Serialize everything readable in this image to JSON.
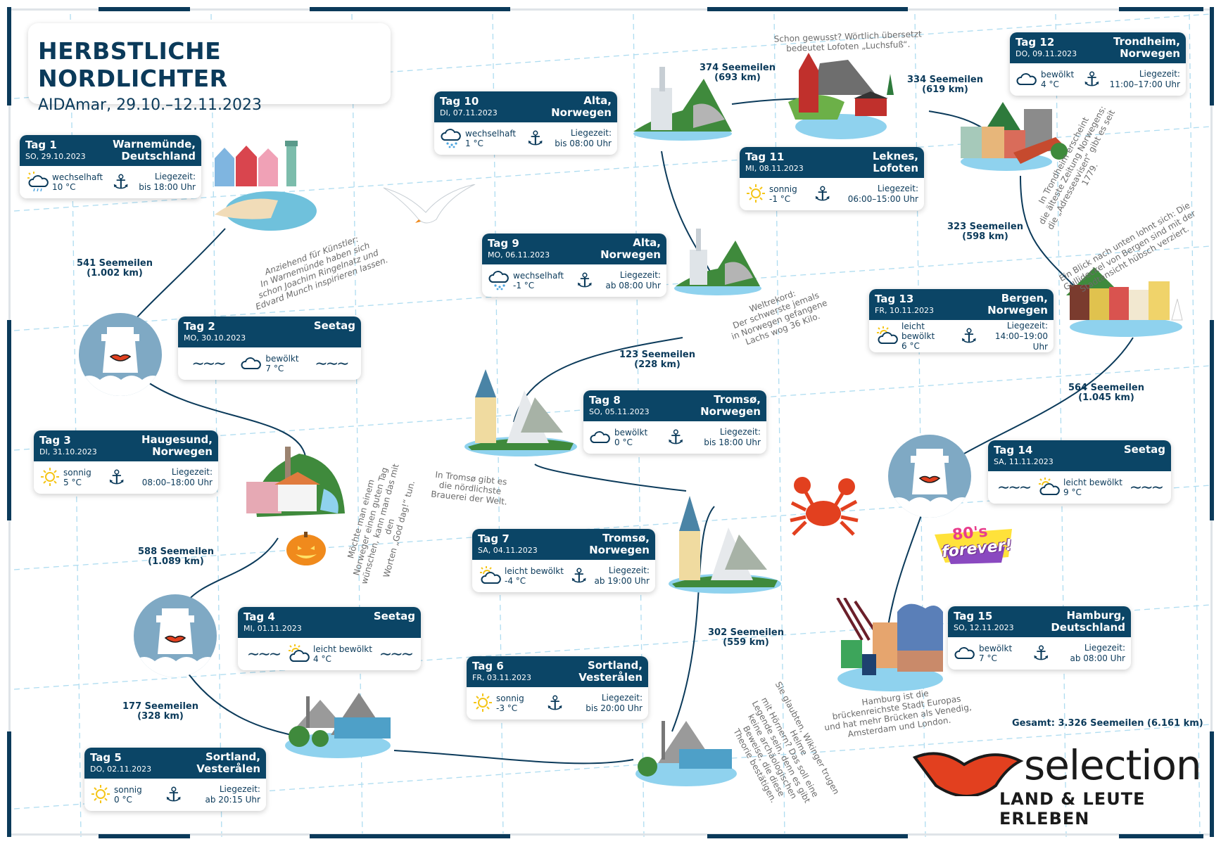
{
  "header": {
    "title": "HERBSTLICHE NORDLICHTER",
    "subtitle": "AIDAmar, 29.10.–12.11.2023"
  },
  "labels": {
    "liegezeit": "Liegezeit:"
  },
  "colors": {
    "primary": "#0b4566",
    "route": "#0b3a5a",
    "ship_circle": "#7fa9c4",
    "grid": "#aedcf0",
    "caption": "#6b6b6b",
    "logo_red": "#e2401f"
  },
  "days": [
    {
      "tag": "Tag 1",
      "date": "SO, 29.10.2023",
      "place_line1": "Warnemünde,",
      "place_line2": "Deutschland",
      "weather": "wechselhaft",
      "weather_icon": "sun-cloud-rain-icon",
      "temp": "10 °C",
      "liegezeit": "bis 18:00 Uhr",
      "type": "port"
    },
    {
      "tag": "Tag 2",
      "date": "MO, 30.10.2023",
      "place_line1": "Seetag",
      "place_line2": "",
      "weather": "bewölkt",
      "weather_icon": "cloud-icon",
      "temp": "7 °C",
      "type": "sea"
    },
    {
      "tag": "Tag 3",
      "date": "DI, 31.10.2023",
      "place_line1": "Haugesund,",
      "place_line2": "Norwegen",
      "weather": "sonnig",
      "weather_icon": "sun-icon",
      "temp": "5 °C",
      "liegezeit": "08:00–18:00 Uhr",
      "type": "port"
    },
    {
      "tag": "Tag 4",
      "date": "MI, 01.11.2023",
      "place_line1": "Seetag",
      "place_line2": "",
      "weather": "leicht bewölkt",
      "weather_icon": "sun-cloud-icon",
      "temp": "4 °C",
      "type": "sea"
    },
    {
      "tag": "Tag 5",
      "date": "DO, 02.11.2023",
      "place_line1": "Sortland,",
      "place_line2": "Vesterålen",
      "weather": "sonnig",
      "weather_icon": "sun-icon",
      "temp": "0 °C",
      "liegezeit": "ab 20:15 Uhr",
      "type": "port"
    },
    {
      "tag": "Tag 6",
      "date": "FR, 03.11.2023",
      "place_line1": "Sortland,",
      "place_line2": "Vesterålen",
      "weather": "sonnig",
      "weather_icon": "sun-icon",
      "temp": "-3 °C",
      "liegezeit": "bis 20:00 Uhr",
      "type": "port"
    },
    {
      "tag": "Tag 7",
      "date": "SA, 04.11.2023",
      "place_line1": "Tromsø,",
      "place_line2": "Norwegen",
      "weather": "leicht bewölkt",
      "weather_icon": "sun-cloud-icon",
      "temp": "-4 °C",
      "liegezeit": "ab 19:00 Uhr",
      "type": "port"
    },
    {
      "tag": "Tag 8",
      "date": "SO, 05.11.2023",
      "place_line1": "Tromsø,",
      "place_line2": "Norwegen",
      "weather": "bewölkt",
      "weather_icon": "cloud-icon",
      "temp": "0 °C",
      "liegezeit": "bis 18:00 Uhr",
      "type": "port"
    },
    {
      "tag": "Tag 9",
      "date": "MO, 06.11.2023",
      "place_line1": "Alta,",
      "place_line2": "Norwegen",
      "weather": "wechselhaft",
      "weather_icon": "cloud-snow-icon",
      "temp": "-1 °C",
      "liegezeit": "ab 08:00 Uhr",
      "type": "port"
    },
    {
      "tag": "Tag 10",
      "date": "DI, 07.11.2023",
      "place_line1": "Alta,",
      "place_line2": "Norwegen",
      "weather": "wechselhaft",
      "weather_icon": "cloud-snow-icon",
      "temp": "1 °C",
      "liegezeit": "bis 08:00 Uhr",
      "type": "port"
    },
    {
      "tag": "Tag 11",
      "date": "MI, 08.11.2023",
      "place_line1": "Leknes,",
      "place_line2": "Lofoten",
      "weather": "sonnig",
      "weather_icon": "sun-icon",
      "temp": "-1 °C",
      "liegezeit": "06:00–15:00 Uhr",
      "type": "port"
    },
    {
      "tag": "Tag 12",
      "date": "DO, 09.11.2023",
      "place_line1": "Trondheim,",
      "place_line2": "Norwegen",
      "weather": "bewölkt",
      "weather_icon": "cloud-icon",
      "temp": "4 °C",
      "liegezeit": "11:00–17:00 Uhr",
      "type": "port"
    },
    {
      "tag": "Tag 13",
      "date": "FR, 10.11.2023",
      "place_line1": "Bergen,",
      "place_line2": "Norwegen",
      "weather": "leicht bewölkt",
      "weather_icon": "sun-cloud-icon",
      "temp": "6 °C",
      "liegezeit": "14:00–19:00 Uhr",
      "type": "port"
    },
    {
      "tag": "Tag 14",
      "date": "SA, 11.11.2023",
      "place_line1": "Seetag",
      "place_line2": "",
      "weather": "leicht bewölkt",
      "weather_icon": "sun-cloud-icon",
      "temp": "9 °C",
      "type": "sea"
    },
    {
      "tag": "Tag 15",
      "date": "SO, 12.11.2023",
      "place_line1": "Hamburg,",
      "place_line2": "Deutschland",
      "weather": "bewölkt",
      "weather_icon": "cloud-icon",
      "temp": "7 °C",
      "liegezeit": "ab 08:00 Uhr",
      "type": "port"
    }
  ],
  "distances": [
    {
      "nm": "541 Seemeilen",
      "km": "(1.002 km)"
    },
    {
      "nm": "588 Seemeilen",
      "km": "(1.089 km)"
    },
    {
      "nm": "177 Seemeilen",
      "km": "(328 km)"
    },
    {
      "nm": "302 Seemeilen",
      "km": "(559 km)"
    },
    {
      "nm": "123 Seemeilen",
      "km": "(228 km)"
    },
    {
      "nm": "374 Seemeilen",
      "km": "(693 km)"
    },
    {
      "nm": "334 Seemeilen",
      "km": "(619 km)"
    },
    {
      "nm": "323 Seemeilen",
      "km": "(598 km)"
    },
    {
      "nm": "564 Seemeilen",
      "km": "(1.045 km)"
    }
  ],
  "captions": {
    "warnemuende": [
      "Anziehend für Künstler:",
      "In Warnemünde haben sich",
      "schon Joachim Ringelnatz und",
      "Edvard Munch inspirieren lassen."
    ],
    "haugesund": [
      "Möchte man einem",
      "Norweger einen guten Tag",
      "wünschen, kann man das mit den",
      "Worten „God dag!“ tun."
    ],
    "tromsoe": [
      "In Tromsø gibt es",
      "die nördlichste",
      "Brauerei der Welt."
    ],
    "alta": [
      "Weltrekord:",
      "Der schwerste jemals",
      "in Norwegen gefangene",
      "Lachs wog 36 Kilo."
    ],
    "lofoten": [
      "Schon gewusst? Wörtlich übersetzt",
      "bedeutet Lofoten „Luchsfuß“."
    ],
    "trondheim": [
      "In Trondheim erscheint",
      "die älteste Zeitung Norwegens:",
      "die „Adresseavisen“ gibt es seit 1779."
    ],
    "bergen": [
      "Ein Blick nach unten lohnt sich: Die",
      "Gullideckel von Bergen sind mit der",
      "Stadtansicht hübsch verziert."
    ],
    "vikings": [
      "Sie glaubten, Wikinger trugen Helme",
      "mit Hörnern? Das soll eine",
      "Legende sein, denn es gibt",
      "keine archäologischen",
      "Beweise, die diese",
      "Theorie bestätigen."
    ],
    "hamburg": [
      "Hamburg ist die",
      "brückenreichste Stadt Europas",
      "und hat mehr Brücken als Venedig,",
      "Amsterdam und London."
    ]
  },
  "total": "Gesamt: 3.326 Seemeilen (6.161 km)",
  "badge": {
    "line1": "80's",
    "line2": "forever!"
  },
  "logo": {
    "word": "selection",
    "claim": "LAND & LEUTE ERLEBEN"
  }
}
